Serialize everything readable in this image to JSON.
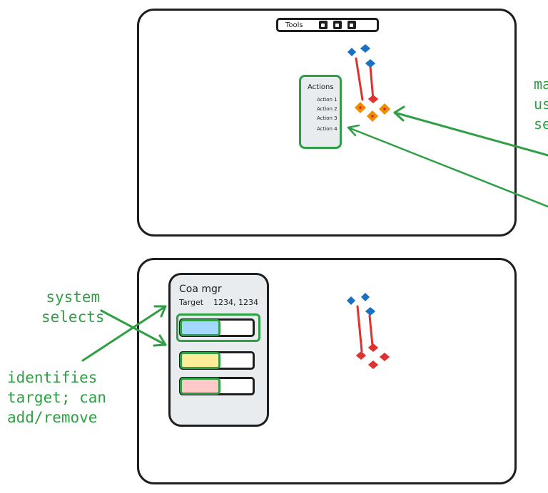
{
  "toolbar": {
    "label": "Tools",
    "buttons": [
      "tool-1",
      "tool-2",
      "tool-3"
    ]
  },
  "actions_menu": {
    "title": "Actions",
    "items": [
      "Action 1",
      "Action 2",
      "Action 3",
      "Action 4"
    ]
  },
  "coa_panel": {
    "title": "Coa mgr",
    "target_label": "Target",
    "target_value": "1234, 1234",
    "rows": [
      {
        "fill_color": "#a5d8ff",
        "fill_fraction": 0.55,
        "selected": true
      },
      {
        "fill_color": "#ffec99",
        "fill_fraction": 0.55,
        "selected": false
      },
      {
        "fill_color": "#ffc9c9",
        "fill_fraction": 0.55,
        "selected": false
      }
    ]
  },
  "annotations": {
    "system_selects": "system\nselects",
    "identifies": "identifies\ntarget; can\nadd/remove",
    "right_cropped": "ma\nus\nse"
  },
  "colors": {
    "stroke": "#1e1e1e",
    "accent_green": "#2f9e44",
    "panel_bg": "#e9ecef",
    "friendly_blue": "#1971c2",
    "hostile_red": "#e03131",
    "selected_orange": "#f08c00"
  }
}
